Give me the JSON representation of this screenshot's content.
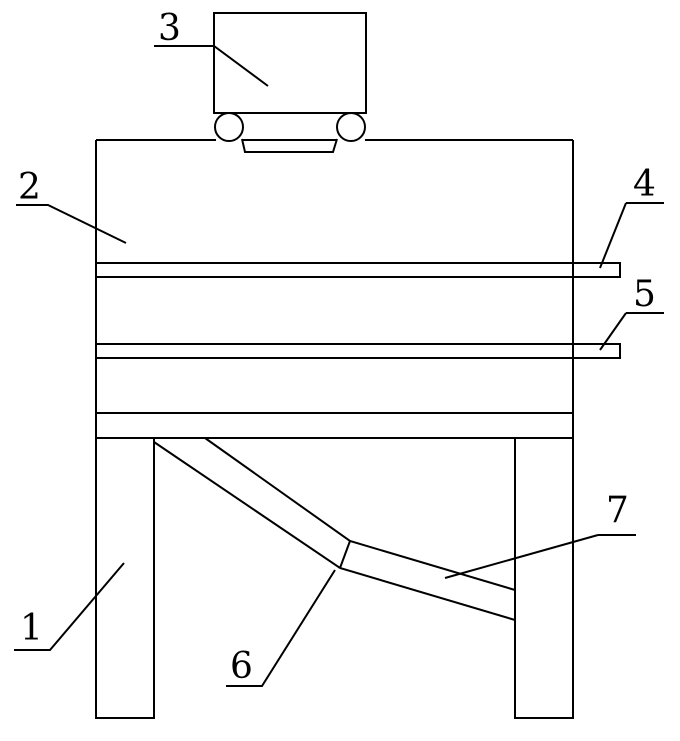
{
  "diagram": {
    "labels": {
      "leg": "1",
      "body": "2",
      "motor": "3",
      "upper_rail": "4",
      "lower_rail": "5",
      "chute_joint": "6",
      "chute": "7"
    }
  }
}
